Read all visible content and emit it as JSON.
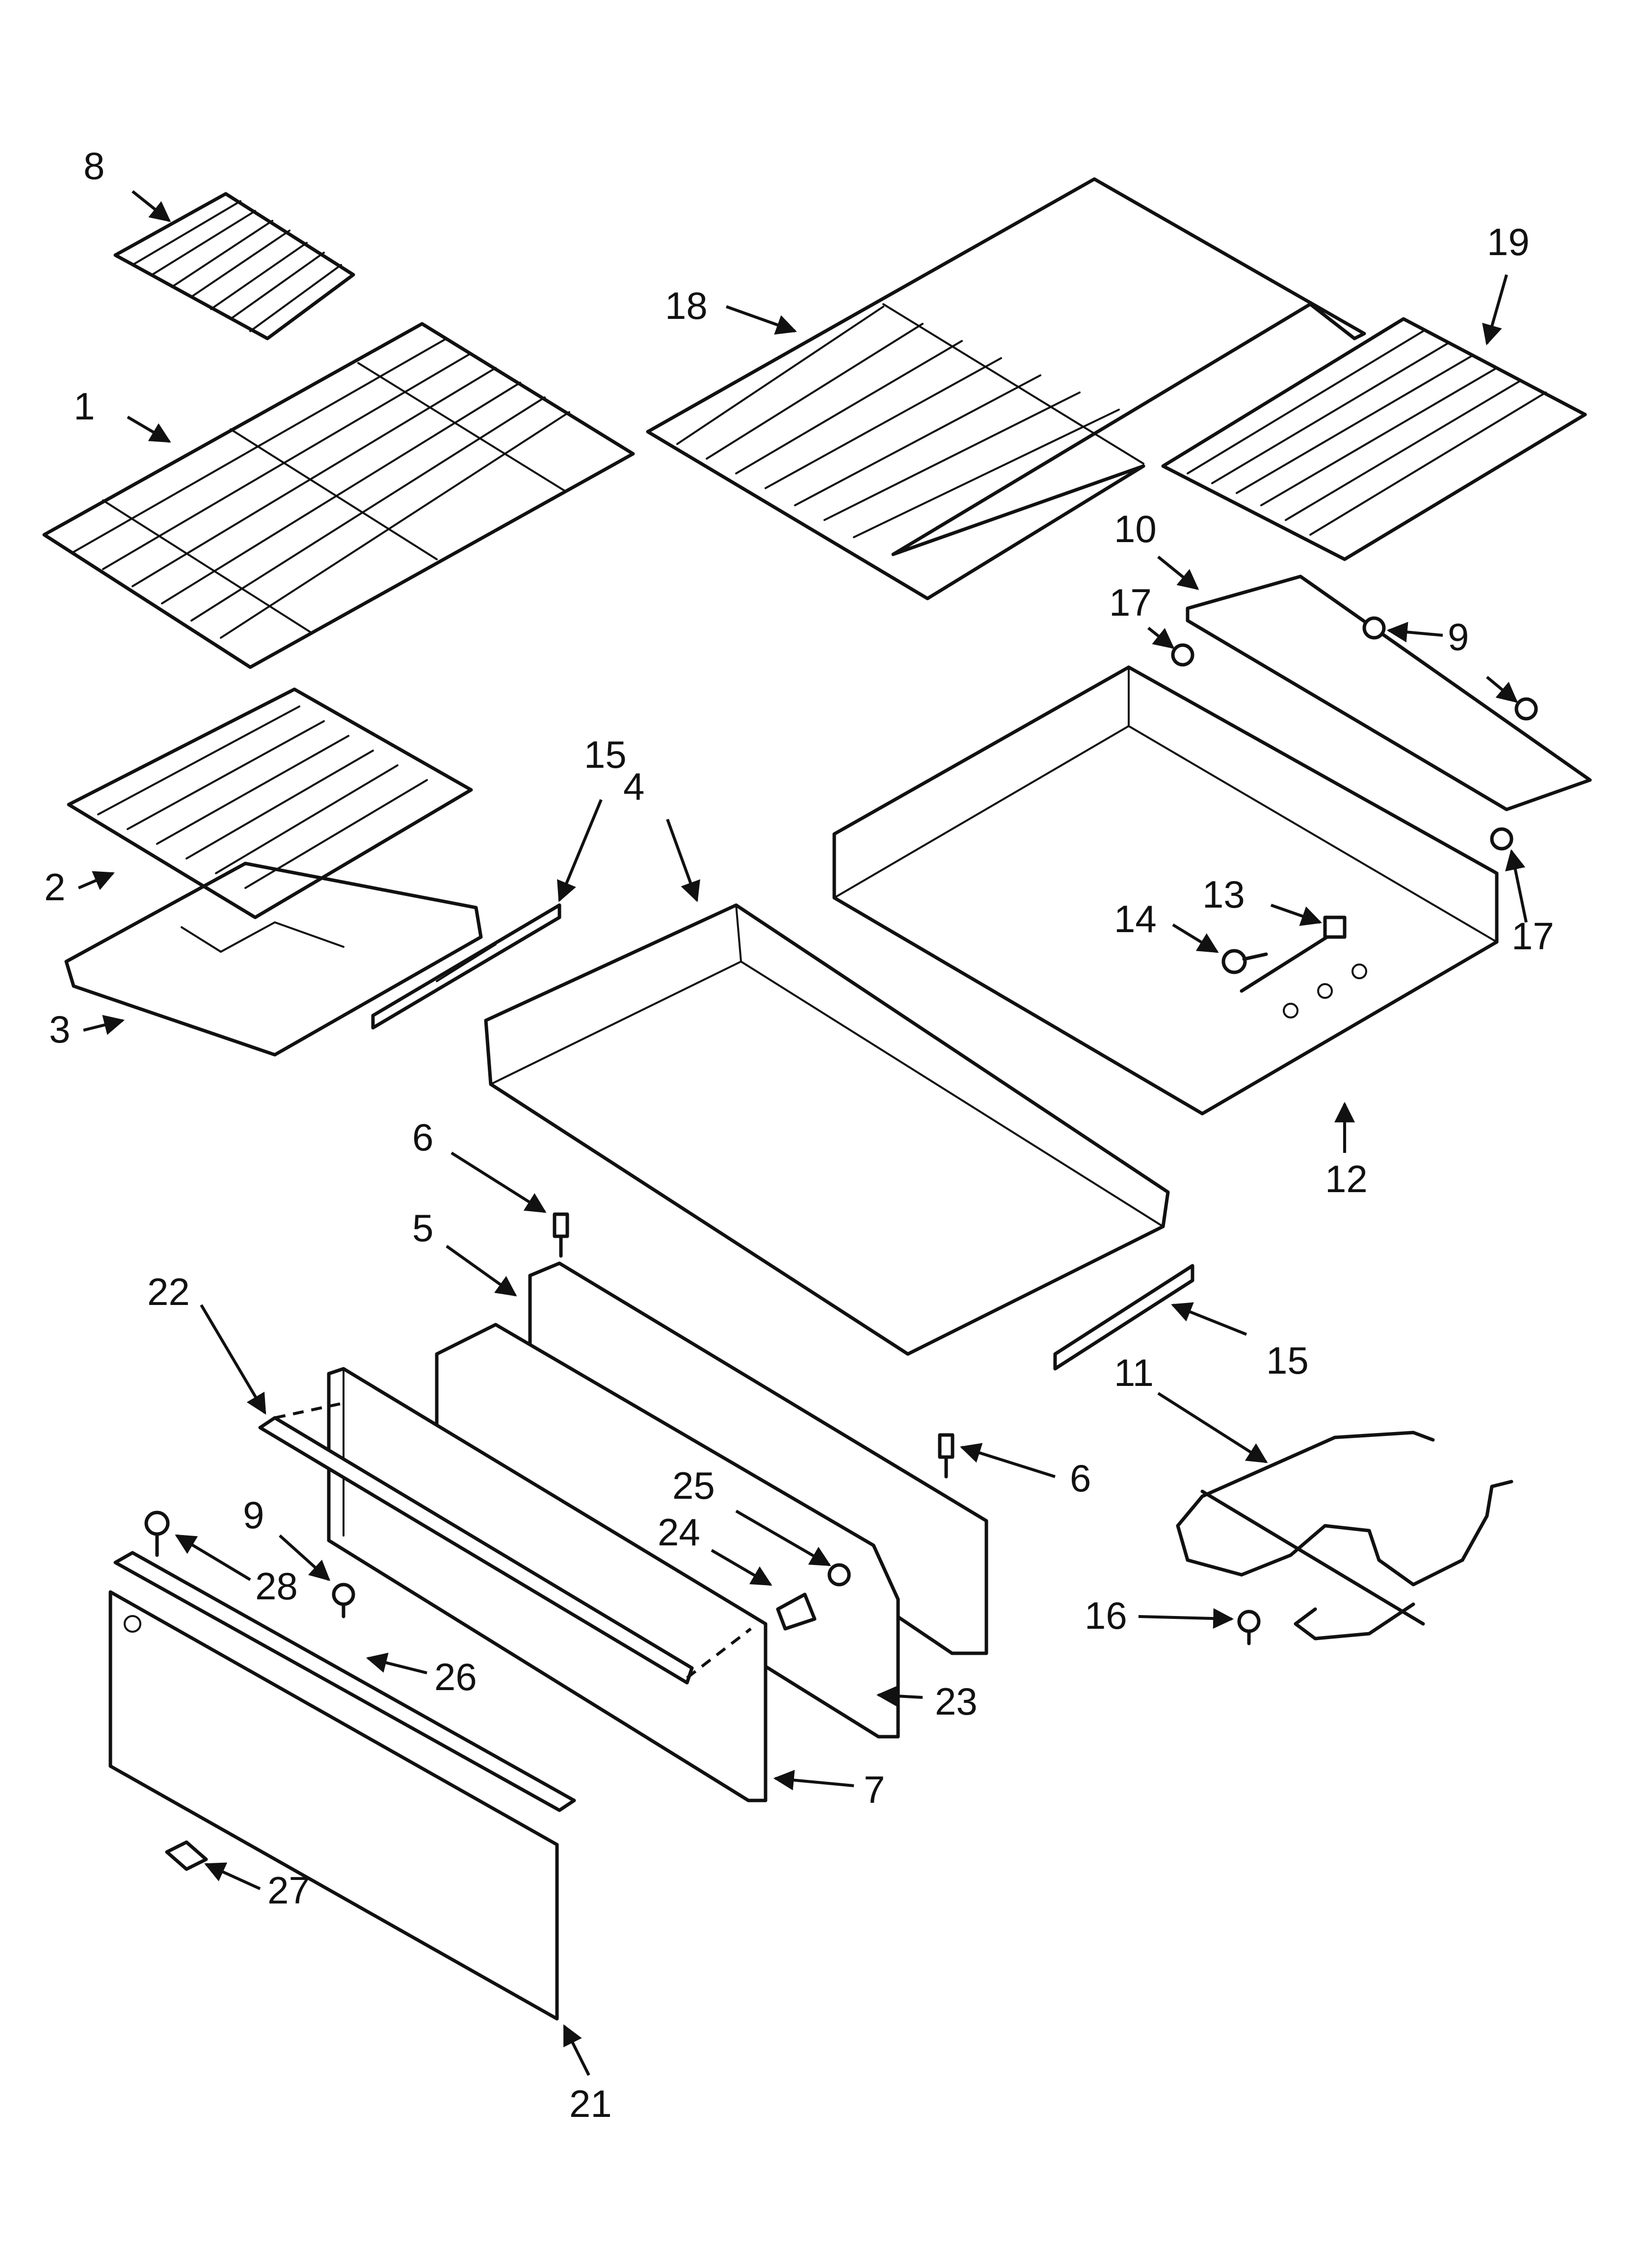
{
  "callouts": [
    {
      "id": "c8",
      "text": "8"
    },
    {
      "id": "c1",
      "text": "1"
    },
    {
      "id": "c18",
      "text": "18"
    },
    {
      "id": "c19",
      "text": "19"
    },
    {
      "id": "c10",
      "text": "10"
    },
    {
      "id": "c17a",
      "text": "17"
    },
    {
      "id": "c9a",
      "text": "9"
    },
    {
      "id": "c17b",
      "text": "17"
    },
    {
      "id": "c15a",
      "text": "15"
    },
    {
      "id": "c4",
      "text": "4"
    },
    {
      "id": "c2",
      "text": "2"
    },
    {
      "id": "c3",
      "text": "3"
    },
    {
      "id": "c13",
      "text": "13"
    },
    {
      "id": "c14",
      "text": "14"
    },
    {
      "id": "c12",
      "text": "12"
    },
    {
      "id": "c6a",
      "text": "6"
    },
    {
      "id": "c5",
      "text": "5"
    },
    {
      "id": "c22",
      "text": "22"
    },
    {
      "id": "c15b",
      "text": "15"
    },
    {
      "id": "c11",
      "text": "11"
    },
    {
      "id": "c6b",
      "text": "6"
    },
    {
      "id": "c25",
      "text": "25"
    },
    {
      "id": "c24",
      "text": "24"
    },
    {
      "id": "c9b",
      "text": "9"
    },
    {
      "id": "c28",
      "text": "28"
    },
    {
      "id": "c16",
      "text": "16"
    },
    {
      "id": "c26",
      "text": "26"
    },
    {
      "id": "c23",
      "text": "23"
    },
    {
      "id": "c7",
      "text": "7"
    },
    {
      "id": "c27",
      "text": "27"
    },
    {
      "id": "c21",
      "text": "21"
    }
  ]
}
